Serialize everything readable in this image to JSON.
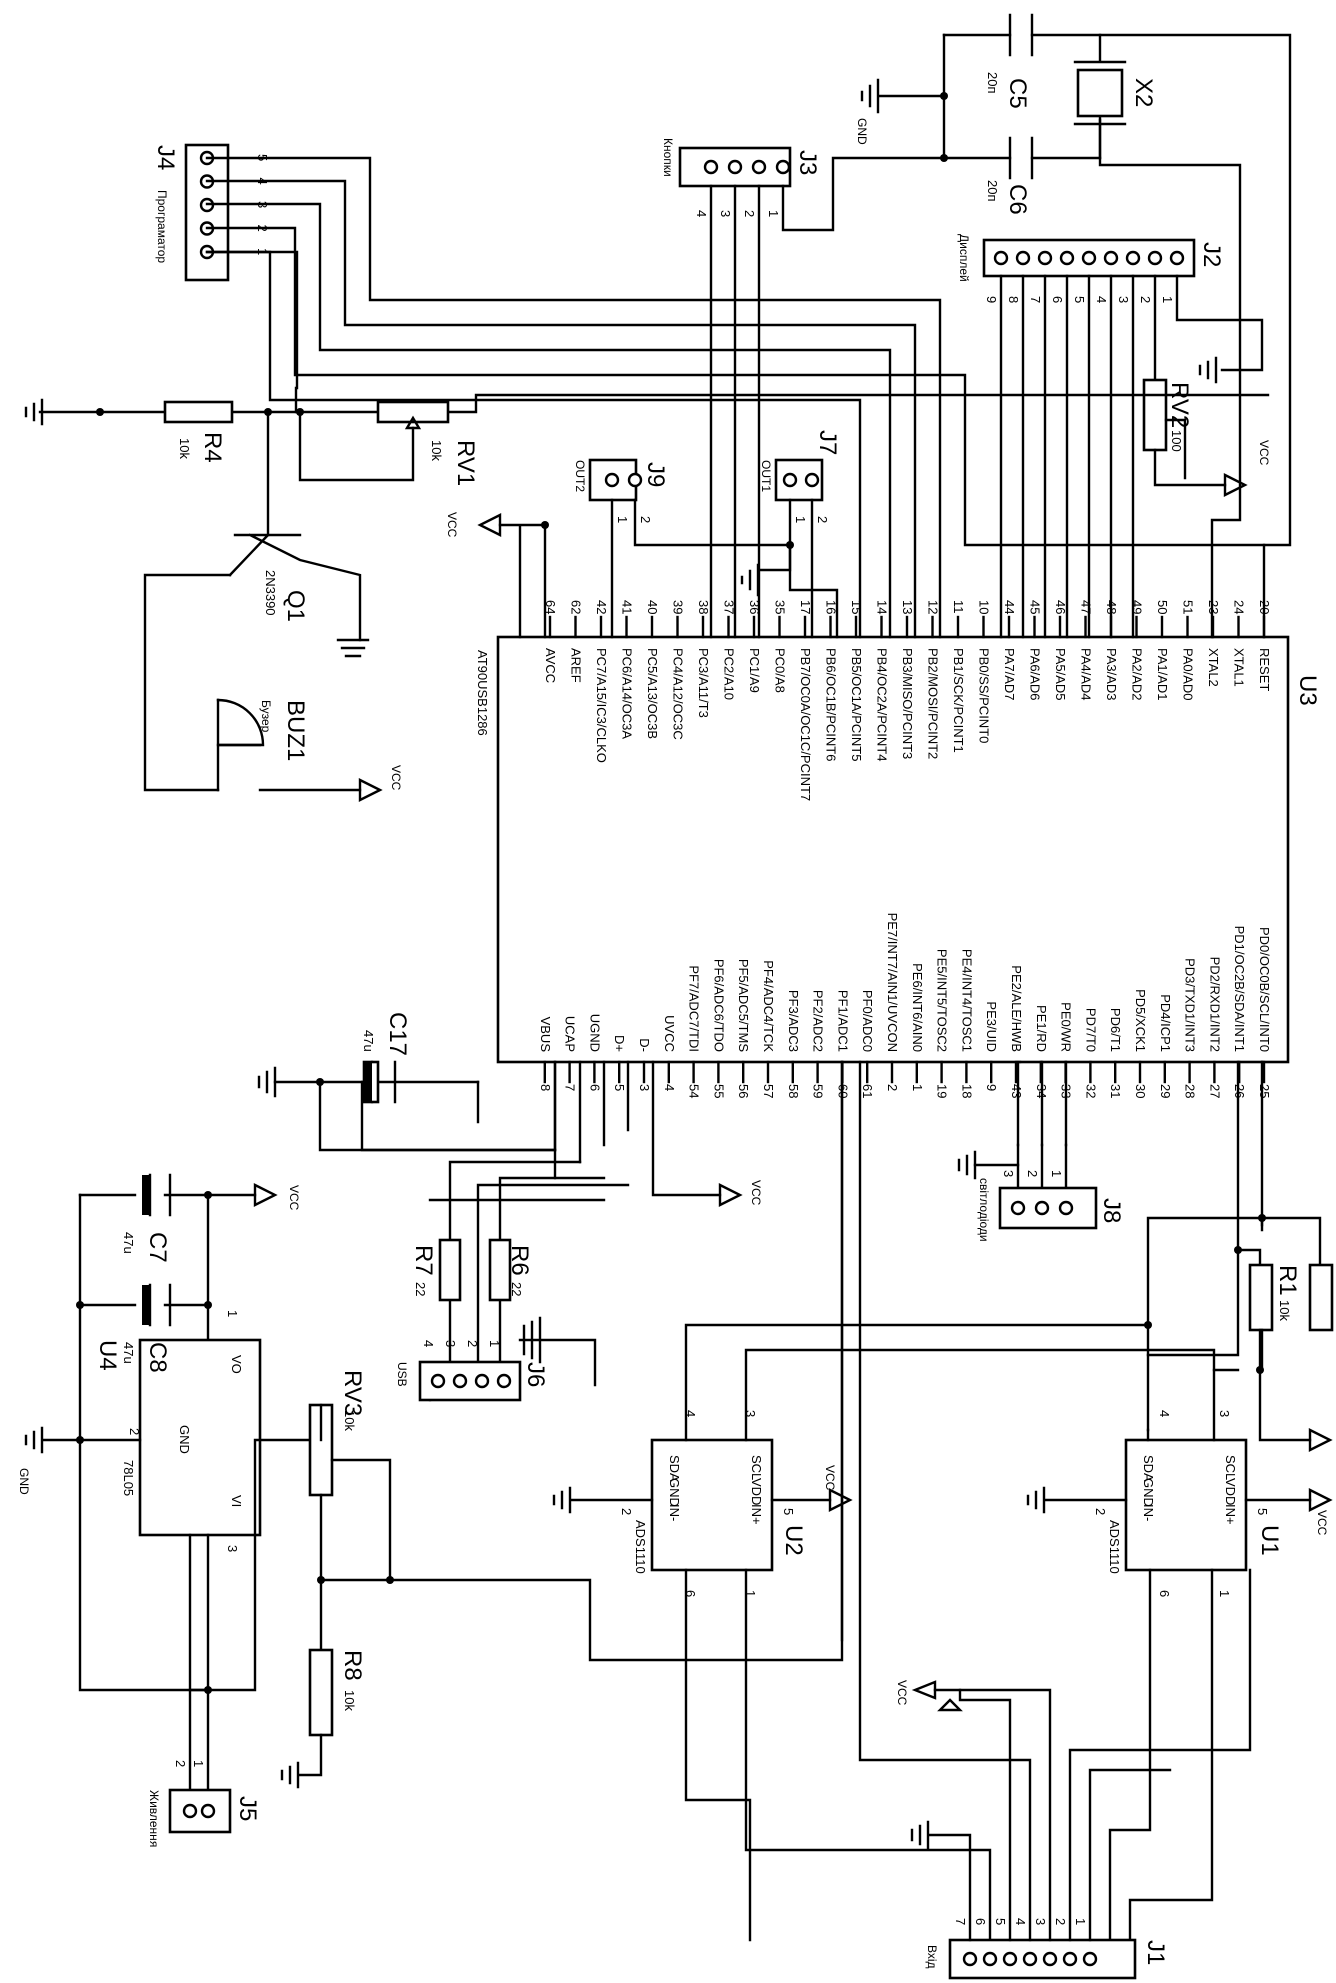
{
  "u3": {
    "ref": "U3",
    "part": "AT90USB1286",
    "left_pins": [
      {
        "name": "RESET",
        "num": "20"
      },
      {
        "name": "XTAL1",
        "num": "24"
      },
      {
        "name": "XTAL2",
        "num": "23"
      },
      {
        "name": "PA0/AD0",
        "num": "51"
      },
      {
        "name": "PA1/AD1",
        "num": "50"
      },
      {
        "name": "PA2/AD2",
        "num": "49"
      },
      {
        "name": "PA3/AD3",
        "num": "48"
      },
      {
        "name": "PA4/AD4",
        "num": "47"
      },
      {
        "name": "PA5/AD5",
        "num": "46"
      },
      {
        "name": "PA6/AD6",
        "num": "45"
      },
      {
        "name": "PA7/AD7",
        "num": "44"
      },
      {
        "name": "PB0/SS/PCINT0",
        "num": "10"
      },
      {
        "name": "PB1/SCK/PCINT1",
        "num": "11"
      },
      {
        "name": "PB2/MOSI/PCINT2",
        "num": "12"
      },
      {
        "name": "PB3/MISO/PCINT3",
        "num": "13"
      },
      {
        "name": "PB4/OC2A/PCINT4",
        "num": "14"
      },
      {
        "name": "PB5/OC1A/PCINT5",
        "num": "15"
      },
      {
        "name": "PB6/OC1B/PCINT6",
        "num": "16"
      },
      {
        "name": "PB7/OC0A/OC1C/PCINT7",
        "num": "17"
      },
      {
        "name": "PC0/A8",
        "num": "35"
      },
      {
        "name": "PC1/A9",
        "num": "36"
      },
      {
        "name": "PC2/A10",
        "num": "37"
      },
      {
        "name": "PC3/A11/T3",
        "num": "38"
      },
      {
        "name": "PC4/A12/OC3C",
        "num": "39"
      },
      {
        "name": "PC5/A13/OC3B",
        "num": "40"
      },
      {
        "name": "PC6/A14/OC3A",
        "num": "41"
      },
      {
        "name": "PC7/A15/IC3/CLKO",
        "num": "42"
      },
      {
        "name": "AREF",
        "num": "62"
      },
      {
        "name": "AVCC",
        "num": "64"
      }
    ],
    "right_pins": [
      {
        "name": "PD0/OC0B/SCL/INT0",
        "num": "25"
      },
      {
        "name": "PD1/OC2B/SDA/INT1",
        "num": "26"
      },
      {
        "name": "PD2/RXD1/INT2",
        "num": "27"
      },
      {
        "name": "PD3/TXD1/INT3",
        "num": "28"
      },
      {
        "name": "PD4/ICP1",
        "num": "29"
      },
      {
        "name": "PD5/XCK1",
        "num": "30"
      },
      {
        "name": "PD6/T1",
        "num": "31"
      },
      {
        "name": "PD7/T0",
        "num": "32"
      },
      {
        "name": "PE0/WR",
        "num": "33"
      },
      {
        "name": "PE1/RD",
        "num": "34"
      },
      {
        "name": "PE2/ALE/HWB",
        "num": "43"
      },
      {
        "name": "PE3/UID",
        "num": "9"
      },
      {
        "name": "PE4/INT4/TOSC1",
        "num": "18"
      },
      {
        "name": "PE5/INT5/TOSC2",
        "num": "19"
      },
      {
        "name": "PE6/INT6/AIN0",
        "num": "1"
      },
      {
        "name": "PE7/INT7/AIN1/UVCON",
        "num": "2"
      },
      {
        "name": "PF0/ADC0",
        "num": "61"
      },
      {
        "name": "PF1/ADC1",
        "num": "60"
      },
      {
        "name": "PF2/ADC2",
        "num": "59"
      },
      {
        "name": "PF3/ADC3",
        "num": "58"
      },
      {
        "name": "PF4/ADC4/TCK",
        "num": "57"
      },
      {
        "name": "PF5/ADC5/TMS",
        "num": "56"
      },
      {
        "name": "PF6/ADC6/TDO",
        "num": "55"
      },
      {
        "name": "PF7/ADC7/TDI",
        "num": "54"
      },
      {
        "name": "UVCC",
        "num": "4"
      },
      {
        "name": "D-",
        "num": "3"
      },
      {
        "name": "D+",
        "num": "5"
      },
      {
        "name": "UGND",
        "num": "6"
      },
      {
        "name": "UCAP",
        "num": "7"
      },
      {
        "name": "VBUS",
        "num": "8"
      }
    ]
  },
  "labels": {
    "vcc": "VCC",
    "gnd": "GND",
    "c5": "C5",
    "c5_val": "20п",
    "c6": "C6",
    "c6_val": "20п",
    "x2": "X2",
    "j3": "J3",
    "j3_name": "Кнопки",
    "j2": "J2",
    "j2_name": "Дисплей",
    "j4": "J4",
    "j4_name": "Програматор",
    "r4": "R4",
    "r4_val": "10k",
    "rv1": "RV1",
    "rv1_val": "10k",
    "rv2": "RV2",
    "rv2_val": "100",
    "j7": "J7",
    "j7_name": "OUT1",
    "j9": "J9",
    "j9_name": "OUT2",
    "q1": "Q1",
    "q1_val": "2N3390",
    "buz1": "BUZ1",
    "buz1_name": "Бузер",
    "c17": "C17",
    "c17_val": "47u",
    "j8": "J8",
    "j8_name": "світлодіоди",
    "r1": "R1",
    "r1_val": "10k",
    "r6": "R6",
    "r6_val": "22",
    "r7": "R7",
    "r7_val": "22",
    "c7": "C7",
    "c7_val": "47u",
    "c8": "C8",
    "c8_val": "47u",
    "j6": "J6",
    "j6_name": "USB",
    "u4": "U4",
    "u4_val": "78L05",
    "u4_vo": "VO",
    "u4_gnd": "GND",
    "u4_vi": "VI",
    "rv3": "RV3",
    "rv3_val": "10k",
    "r8": "R8",
    "r8_val": "10k",
    "j5": "J5",
    "j5_name": "Живлення",
    "u2": "U2",
    "u1": "U1",
    "ads": "ADS1110",
    "ads_scl": "SCL",
    "ads_vdd": "VDD",
    "ads_inp": "IN+",
    "ads_sda": "SDA",
    "ads_gnd": "GND",
    "ads_inm": "IN-",
    "j1": "J1",
    "j1_name": "Вхід"
  },
  "pin_numbers": {
    "j4": [
      "5",
      "4",
      "3",
      "2",
      "1"
    ],
    "j3": [
      "4",
      "3",
      "2",
      "1"
    ],
    "j2": [
      "9",
      "8",
      "7",
      "6",
      "5",
      "4",
      "3",
      "2",
      "1"
    ],
    "j7": [
      "1",
      "2"
    ],
    "j9": [
      "1",
      "2"
    ],
    "j8": [
      "3",
      "2",
      "1"
    ],
    "j6": [
      "4",
      "3",
      "2",
      "1"
    ],
    "j5": [
      "2",
      "1"
    ],
    "j1": [
      "7",
      "6",
      "5",
      "4",
      "3",
      "2",
      "1"
    ],
    "u4": [
      "1",
      "2",
      "3"
    ],
    "ads": [
      "4",
      "3",
      "2",
      "5",
      "6",
      "1"
    ]
  }
}
